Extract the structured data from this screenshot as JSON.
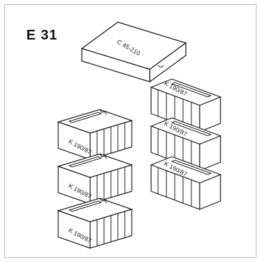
{
  "step": {
    "label": "E 31"
  },
  "cover_block": {
    "code": "C 45-210"
  },
  "left_stack": [
    {
      "code": "K 190/87"
    },
    {
      "code": "K 190/87"
    },
    {
      "code": "K 190/87"
    }
  ],
  "right_stack": [
    {
      "code": "K 190/87"
    },
    {
      "code": "K 190/87"
    },
    {
      "code": "K 190/87"
    }
  ],
  "colors": {
    "stroke": "#1a1a1a",
    "background": "#ffffff",
    "border": "#b9b9b9"
  }
}
